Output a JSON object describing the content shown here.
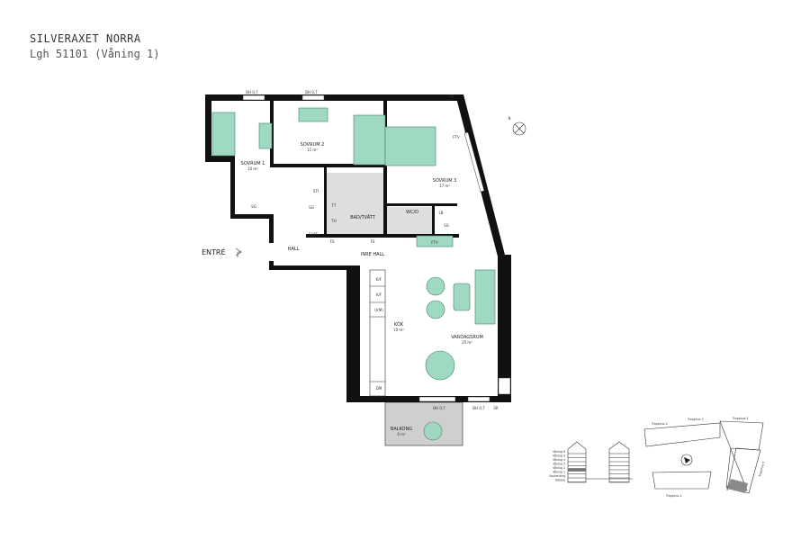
{
  "header": {
    "title": "SILVERAXET NORRA",
    "subtitle": "Lgh 51101 (Våning 1)"
  },
  "rooms": {
    "sovrum1": {
      "name": "SOVRUM 1",
      "area": "10 m²"
    },
    "sovrum2": {
      "name": "SOVRUM 2",
      "area": "11 m²"
    },
    "sovrum3": {
      "name": "SOVRUM 3",
      "area": "17 m²"
    },
    "bad": {
      "name": "BAD/TVÄTT"
    },
    "wc": {
      "name": "WC/D"
    },
    "hall": {
      "name": "HALL"
    },
    "inre_hall": {
      "name": "INRE HALL"
    },
    "kok": {
      "name": "KÖK",
      "area": "10 m²"
    },
    "vardagsrum": {
      "name": "VARDAGSRUM",
      "area": "25 m²"
    },
    "balkong": {
      "name": "BALKONG",
      "area": "6 m²"
    }
  },
  "entrance": {
    "label": "ENTRÉ"
  },
  "fixtures": {
    "sg": "SG",
    "sti": "STI",
    "tt": "TT",
    "th": "TH",
    "elct": "EL/IT",
    "fs": "FS",
    "lb": "LB",
    "ftv": "FTV",
    "kf": "K/F",
    "ugm": "U(M)",
    "dm": "DM",
    "sr": "SR",
    "bh": "BH 0,7"
  },
  "compass": {
    "label": "N"
  },
  "section": {
    "floors": [
      "Våning 6",
      "Våning 5",
      "Våning 4",
      "Våning 3",
      "Våning 2",
      "Våning 1",
      "Souterräng",
      "Källare"
    ],
    "highlighted": "Våning 1"
  },
  "site": {
    "stairs": [
      "Trapphus 1",
      "Trapphus 2",
      "Trapphus 3",
      "Trapphus 4",
      "Trapphus 5"
    ]
  },
  "colors": {
    "furniture": "#9fd9c2",
    "wall": "#111111",
    "wet_area": "#dedede",
    "highlight": "#8a8a8a"
  }
}
